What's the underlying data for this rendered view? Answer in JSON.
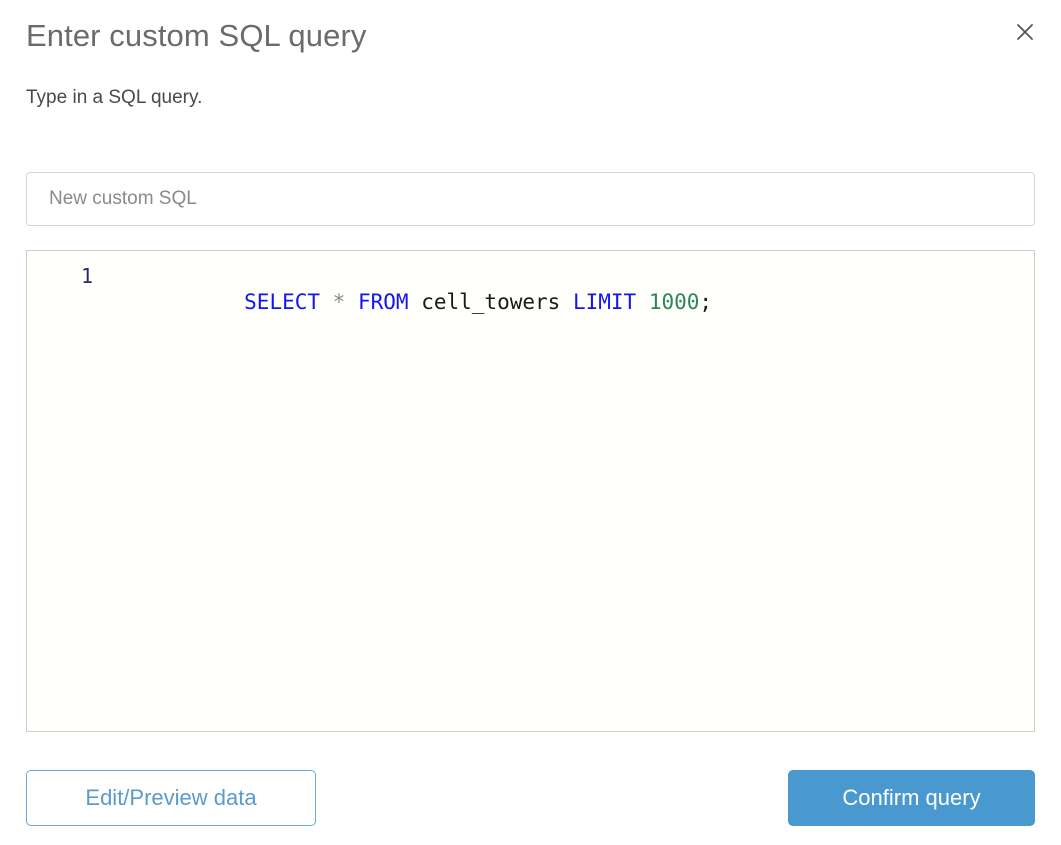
{
  "dialog": {
    "title": "Enter custom SQL query",
    "subtitle": "Type in a SQL query.",
    "close_icon": "close-icon"
  },
  "name_field": {
    "value": "New custom SQL",
    "placeholder": "New custom SQL"
  },
  "editor": {
    "line_numbers": [
      "1"
    ],
    "query_text": "SELECT * FROM cell_towers LIMIT 1000;",
    "tokens": [
      {
        "text": "SELECT",
        "type": "keyword"
      },
      {
        "text": " ",
        "type": "plain"
      },
      {
        "text": "*",
        "type": "operator"
      },
      {
        "text": " ",
        "type": "plain"
      },
      {
        "text": "FROM",
        "type": "keyword"
      },
      {
        "text": " ",
        "type": "plain"
      },
      {
        "text": "cell_towers",
        "type": "ident"
      },
      {
        "text": " ",
        "type": "plain"
      },
      {
        "text": "LIMIT",
        "type": "keyword"
      },
      {
        "text": " ",
        "type": "plain"
      },
      {
        "text": "1000",
        "type": "number"
      },
      {
        "text": ";",
        "type": "punct"
      }
    ]
  },
  "footer": {
    "secondary_label": "Edit/Preview data",
    "primary_label": "Confirm query"
  },
  "colors": {
    "primary_button_bg": "#4a98d0",
    "secondary_button_text": "#5a9bcf",
    "keyword": "#1414f0",
    "number": "#2e8558",
    "operator": "#8a8a8a",
    "title_text": "#6b6b6b",
    "editor_bg": "#fffffc"
  }
}
